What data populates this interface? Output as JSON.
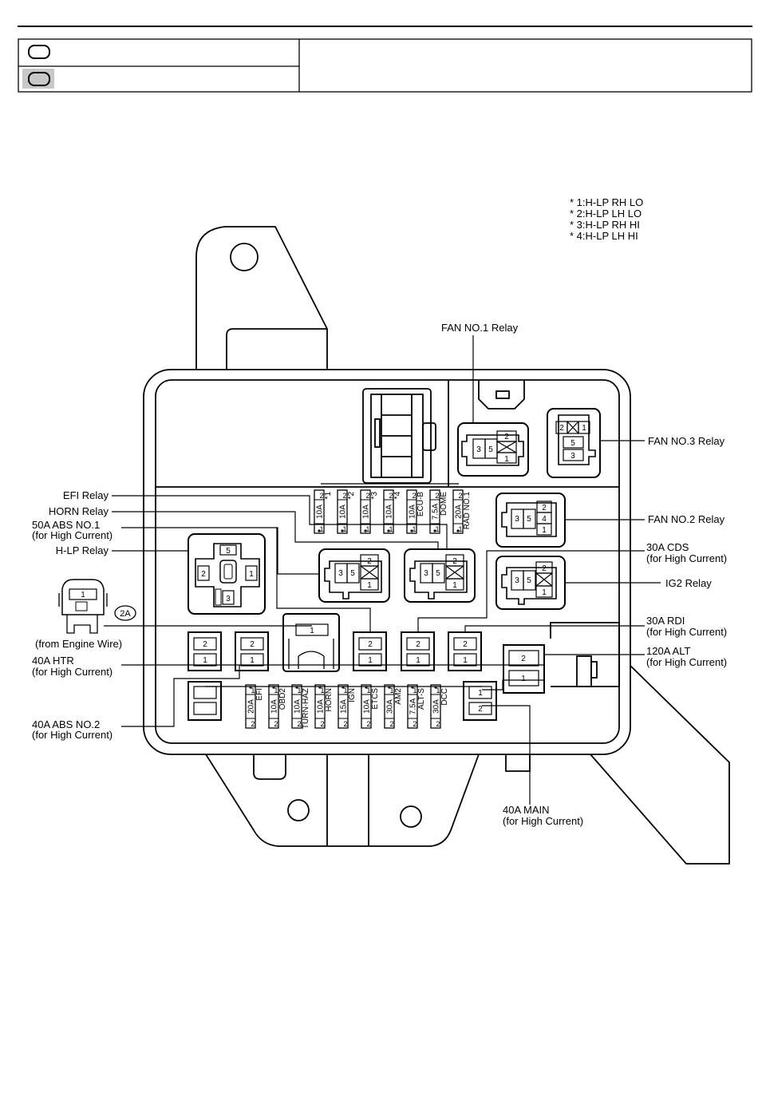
{
  "legend": {
    "rows": [
      {
        "icon": "white-connector-icon",
        "label": ""
      },
      {
        "icon": "gray-connector-icon",
        "label": ""
      }
    ],
    "note": ""
  },
  "footnotes": [
    "* 1:H-LP RH LO",
    "* 2:H-LP LH LO",
    "* 3:H-LP RH HI",
    "* 4:H-LP LH HI"
  ],
  "callouts": {
    "fan_no1_relay": "FAN NO.1 Relay",
    "fan_no3_relay": "FAN NO.3 Relay",
    "fan_no2_relay": "FAN NO.2 Relay",
    "efi_relay": "EFI Relay",
    "horn_relay": "HORN Relay",
    "abs_no1_a": "50A ABS NO.1",
    "abs_no1_b": "(for High Current)",
    "hlp_relay": "H-LP Relay",
    "cds_a": "30A CDS",
    "cds_b": "(for High Current)",
    "ig2_relay": "IG2 Relay",
    "connector_2a": "2A",
    "engine_wire": "(from Engine Wire)",
    "rdi_a": "30A RDI",
    "rdi_b": "(for High Current)",
    "alt_a": "120A ALT",
    "alt_b": "(for High Current)",
    "htr_a": "40A HTR",
    "htr_b": "(for High Current)",
    "abs_no2_a": "40A ABS NO.2",
    "abs_no2_b": "(for High Current)",
    "main_a": "40A MAIN",
    "main_b": "(for High Current)"
  },
  "top_fuses": [
    {
      "amp": "10A",
      "name": "*1"
    },
    {
      "amp": "10A",
      "name": "*2"
    },
    {
      "amp": "10A",
      "name": "*3"
    },
    {
      "amp": "10A",
      "name": "*4"
    },
    {
      "amp": "10A",
      "name": "ECU-B"
    },
    {
      "amp": "7.5A",
      "name": "DOME"
    },
    {
      "amp": "20A",
      "name": "RAD NO.1"
    }
  ],
  "bottom_fuses": [
    {
      "amp": "20A",
      "name": "EFI"
    },
    {
      "amp": "10A",
      "name": "OBD2"
    },
    {
      "amp": "10A",
      "name": "TURN-HAZ"
    },
    {
      "amp": "10A",
      "name": "HORN"
    },
    {
      "amp": "15A",
      "name": "IGN"
    },
    {
      "amp": "10A",
      "name": "ETCS"
    },
    {
      "amp": "30A",
      "name": "AM2"
    },
    {
      "amp": "7.5A",
      "name": "ALT-S"
    },
    {
      "amp": "30A",
      "name": "DCC"
    }
  ],
  "pins": {
    "p1": "1",
    "p2": "2",
    "p3": "3",
    "p4": "4",
    "p5": "5"
  }
}
